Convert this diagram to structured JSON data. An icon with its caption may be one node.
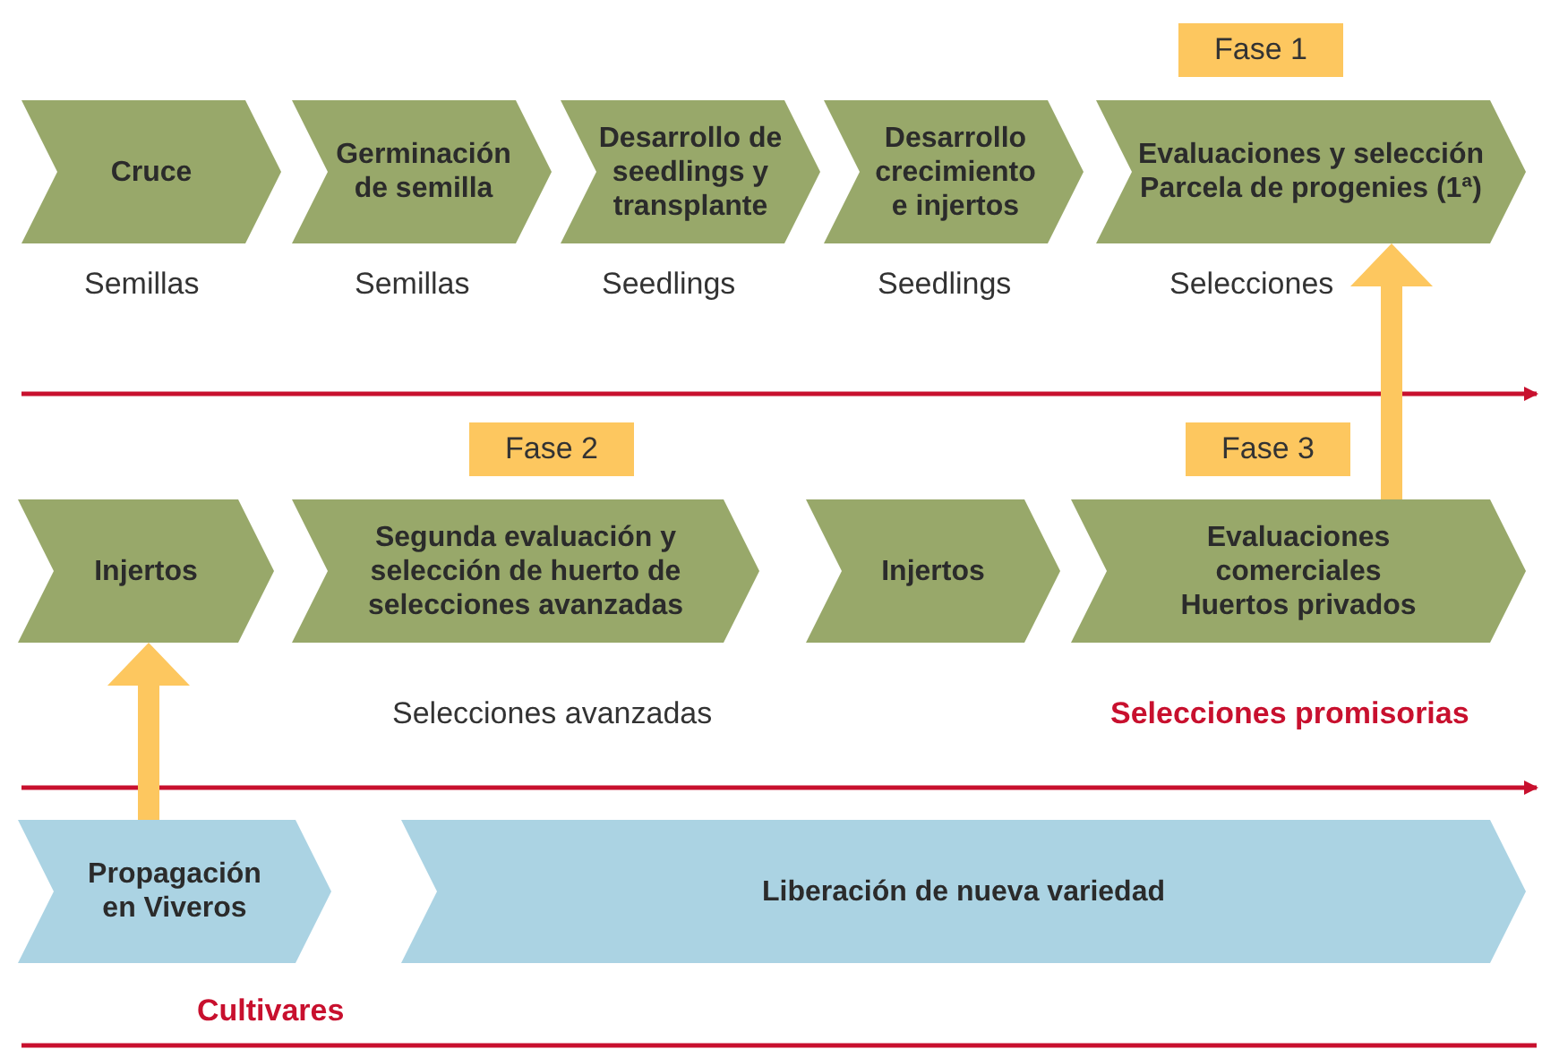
{
  "diagram": {
    "nodes": [
      {
        "text": [
          "Fase 1"
        ]
      },
      {
        "text": [
          "Cruce"
        ],
        "beside": [
          "Semillas"
        ]
      },
      {
        "text": [
          "Germinación de semilla"
        ],
        "beside": [
          "Semillas"
        ]
      },
      {
        "text": [
          "Desarrollo de seedlings y transplante"
        ],
        "beside": [
          "Seedlings"
        ]
      },
      {
        "text": [
          "Desarrollo crecimiento e injertos"
        ],
        "beside": [
          "Seedlings"
        ]
      },
      {
        "text": [
          "Evaluaciones y selección Parcela de progenies (1ª)"
        ],
        "beside": [
          "Selecciones"
        ]
      },
      {
        "text": [
          "Fase 2"
        ]
      },
      {
        "text": [
          "Fase 3"
        ]
      },
      {
        "text": [
          "Injertos"
        ]
      },
      {
        "text": [
          "Segunda evaluación y selección de huerto de selecciones avanzadas"
        ],
        "beside": [
          "Selecciones avanzadas"
        ]
      },
      {
        "text": [
          "Injertos"
        ]
      },
      {
        "text": [
          "Evaluaciones comerciales Huertos privados"
        ],
        "beside": [
          "Selecciones promisorias"
        ]
      },
      {
        "text": [
          "Propagación en Viveros"
        ],
        "beside": [
          "Cultivares"
        ]
      },
      {
        "text": [
          "Liberación de nueva variedad"
        ]
      }
    ],
    "edges": [
      {
        "from": 11,
        "to": 5,
        "arrow": "to"
      },
      {
        "from": 12,
        "to": 8,
        "arrow": "to"
      }
    ]
  }
}
